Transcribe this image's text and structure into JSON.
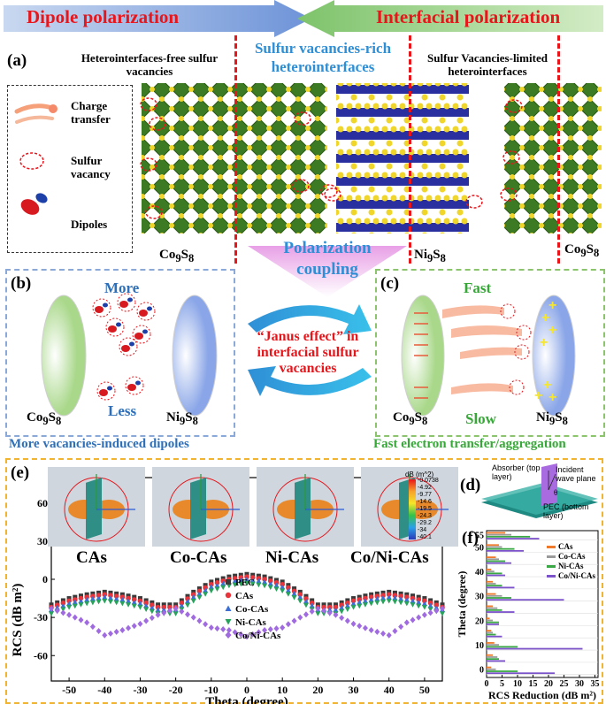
{
  "banners": {
    "left": "Dipole polarization",
    "right": "Interfacial polarization"
  },
  "panel_a": {
    "label": "(a)",
    "region1": "Heterointerfaces-free sulfur vacancies",
    "region2": "Sulfur vacancies-rich heterointerfaces",
    "region3": "Sulfur Vacancies-limited heterointerfaces",
    "legend": {
      "charge": "Charge transfer",
      "vacancy": "Sulfur vacancy",
      "dipoles": "Dipoles"
    },
    "material_left": "Co9S8",
    "material_mid": "Ni9S8",
    "material_right": "Co9S8"
  },
  "center": {
    "polarization": "Polarization",
    "coupling": "coupling",
    "janus1": "“Janus effect” in",
    "janus2": "interfacial sulfur",
    "janus3": "vacancies"
  },
  "panel_b": {
    "label": "(b)",
    "more": "More",
    "less": "Less",
    "left": "Co9S8",
    "right": "Ni9S8",
    "caption": "More vacancies-induced dipoles"
  },
  "panel_c": {
    "label": "(c)",
    "fast": "Fast",
    "slow": "Slow",
    "left": "Co9S8",
    "right": "Ni9S8",
    "caption": "Fast electron transfer/aggregation"
  },
  "panel_e": {
    "label": "(e)",
    "samples": [
      "CAs",
      "Co-CAs",
      "Ni-CAs",
      "Co/Ni-CAs"
    ],
    "colorbar_title": "dB (m^2)",
    "colorbar_ticks": [
      "-0.0738",
      "-4.92",
      "-9.77",
      "-14.6",
      "-19.5",
      "-24.3",
      "-29.2",
      "-34",
      "-40.1"
    ]
  },
  "panel_d": {
    "label": "(d)",
    "absorber": "Absorber (top layer)",
    "incident": "Incident wave plane",
    "theta": "θ",
    "pec": "PEC (bottom layer)"
  },
  "chart_data": [
    {
      "type": "scatter",
      "title": "",
      "xlabel": "Theta (degree)",
      "ylabel": "RCS (dB m²)",
      "xlim": [
        -55,
        55
      ],
      "ylim": [
        -80,
        80
      ],
      "xticks": [
        -50,
        -40,
        -30,
        -20,
        -10,
        0,
        10,
        20,
        30,
        40,
        50
      ],
      "yticks": [
        -60,
        -30,
        0,
        30,
        60
      ],
      "legend_position": "center-left",
      "x": [
        -55,
        -50,
        -45,
        -40,
        -35,
        -30,
        -25,
        -20,
        -15,
        -10,
        -5,
        0,
        5,
        10,
        15,
        20,
        25,
        30,
        35,
        40,
        45,
        50,
        55
      ],
      "series": [
        {
          "name": "PEC",
          "color": "#3a3a3a",
          "values": [
            -20,
            -15,
            -12,
            -10,
            -12,
            -15,
            -20,
            -20,
            -10,
            -2,
            2,
            4,
            2,
            -2,
            -10,
            -20,
            -20,
            -15,
            -12,
            -10,
            -12,
            -15,
            -20
          ]
        },
        {
          "name": "CAs",
          "color": "#e8343a",
          "values": [
            -22,
            -17,
            -14,
            -12,
            -14,
            -17,
            -22,
            -22,
            -12,
            -4,
            0,
            2,
            0,
            -4,
            -12,
            -22,
            -22,
            -17,
            -14,
            -12,
            -14,
            -17,
            -22
          ]
        },
        {
          "name": "Co-CAs",
          "color": "#3b6fd6",
          "values": [
            -24,
            -19,
            -16,
            -14,
            -16,
            -19,
            -24,
            -24,
            -14,
            -6,
            -2,
            0,
            -2,
            -6,
            -14,
            -24,
            -24,
            -19,
            -16,
            -14,
            -16,
            -19,
            -24
          ]
        },
        {
          "name": "Ni-CAs",
          "color": "#27a35b",
          "values": [
            -27,
            -22,
            -19,
            -17,
            -19,
            -22,
            -27,
            -27,
            -17,
            -9,
            -5,
            -3,
            -5,
            -9,
            -17,
            -27,
            -27,
            -22,
            -19,
            -17,
            -19,
            -22,
            -27
          ]
        },
        {
          "name": "Co/Ni-CAs",
          "color": "#a06ae0",
          "values": [
            -23,
            -28,
            -34,
            -44,
            -40,
            -35,
            -28,
            -23,
            -30,
            -38,
            -40,
            -45,
            -40,
            -38,
            -30,
            -23,
            -28,
            -35,
            -40,
            -44,
            -34,
            -28,
            -23
          ]
        }
      ]
    },
    {
      "type": "bar",
      "orientation": "horizontal",
      "title": "",
      "xlabel": "RCS Reduction (dB m²)",
      "ylabel": "Theta (degree)",
      "xlim": [
        0,
        36
      ],
      "xticks": [
        0,
        5,
        10,
        15,
        20,
        25,
        30,
        35
      ],
      "ylim": [
        -3,
        57
      ],
      "yticks": [
        0,
        10,
        20,
        30,
        40,
        50,
        55
      ],
      "legend_position": "top-right",
      "categories": [
        0,
        5,
        10,
        15,
        20,
        25,
        30,
        35,
        40,
        45,
        50,
        55
      ],
      "series": [
        {
          "name": "CAs",
          "color": "#f07a2a",
          "values": [
            1.5,
            2,
            2.5,
            1.5,
            1,
            2,
            3,
            2,
            1.5,
            3,
            4,
            6
          ]
        },
        {
          "name": "Co-CAs",
          "color": "#9a9a9a",
          "values": [
            3,
            3.5,
            4,
            2,
            2,
            3.5,
            5,
            3,
            2.5,
            4,
            5,
            8
          ]
        },
        {
          "name": "Ni-CAs",
          "color": "#3aa844",
          "values": [
            10,
            4,
            10,
            3,
            4,
            5,
            8,
            5,
            5,
            6,
            9,
            14
          ]
        },
        {
          "name": "Co/Ni-CAs",
          "color": "#7b52c9",
          "values": [
            22,
            6,
            31,
            5,
            4,
            9,
            25,
            9,
            6,
            8,
            12,
            17
          ]
        }
      ]
    }
  ],
  "panel_f": {
    "label": "(f)"
  }
}
